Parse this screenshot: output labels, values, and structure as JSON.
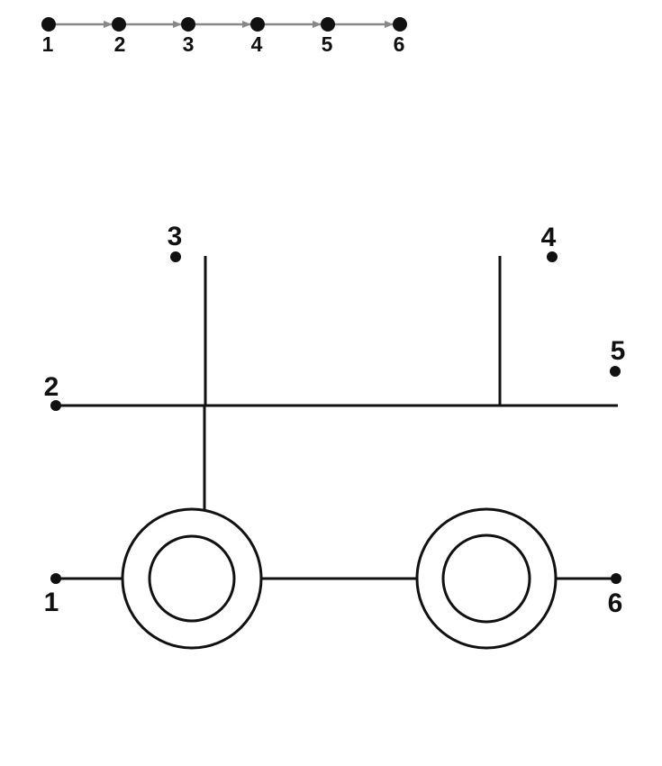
{
  "legend": {
    "labels": [
      "1",
      "2",
      "3",
      "4",
      "5",
      "6"
    ]
  },
  "puzzle": {
    "dots": [
      {
        "label": "1"
      },
      {
        "label": "2"
      },
      {
        "label": "3"
      },
      {
        "label": "4"
      },
      {
        "label": "5"
      },
      {
        "label": "6"
      }
    ]
  },
  "colors": {
    "ink": "#111111",
    "arrow": "#888888",
    "background": "#ffffff"
  }
}
